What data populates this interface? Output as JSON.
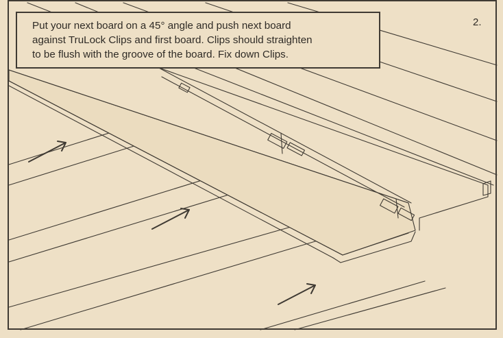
{
  "caption": {
    "line1": "Put your next board on a 45° angle and push next board",
    "line2": "against TruLock Clips and first board. Clips should straighten",
    "line3": "to be flush with the groove of the board. Fix down Clips."
  },
  "step_number": "2.",
  "colors": {
    "background": "#eee0c6",
    "ink": "#3f3a33",
    "board_face": "#ebdcbf"
  }
}
